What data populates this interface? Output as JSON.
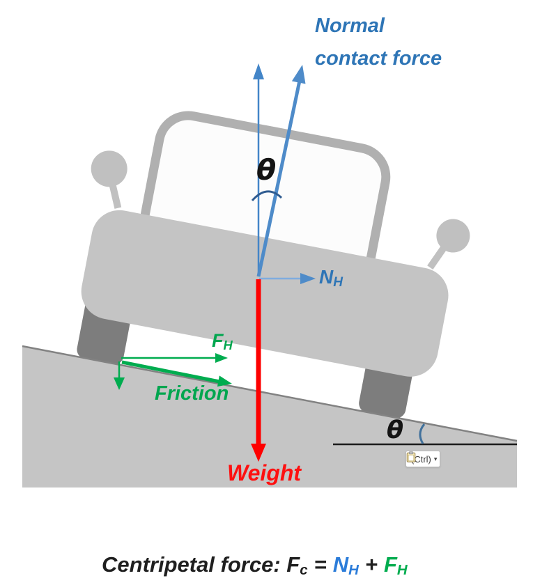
{
  "colors": {
    "label_blue": "#2E75B6",
    "arrow_blue": "#4385C8",
    "arrow_blue_light": "#7FACDF",
    "arrowhead_blue": "#4E8BC9",
    "green": "#00AC4F",
    "red": "#FE0000",
    "arc_navy": "#2F5B90",
    "arc_steel": "#41719C",
    "line_black": "#1C1C1C",
    "car_body": "#C4C4C4",
    "car_window_frame": "#B0B0B0",
    "windshield": "#FCFCFC",
    "wheel": "#7D7D7D",
    "mirror": "#C0C0C0",
    "ramp": "#C5C5C5",
    "ramp_edge": "#828282",
    "equation_blue": "#2B7CD9",
    "text_black": "#1F1F1F"
  },
  "labels": {
    "normal_line1": "Normal",
    "normal_line2": "contact force",
    "theta_top": "θ",
    "theta_bottom": "θ",
    "nh": {
      "base": "N",
      "sub": "H"
    },
    "fh": {
      "base": "F",
      "sub": "H"
    },
    "friction": "Friction",
    "weight": "Weight"
  },
  "paste_button": {
    "label": "(Ctrl)",
    "caret": "▾",
    "icon": "clipboard-icon"
  },
  "equation": {
    "prefix": "Centripetal force: F",
    "prefix_sub": "c",
    "equals": "=",
    "term1": "N",
    "term1_sub": "H",
    "plus": "+",
    "term2": "F",
    "term2_sub": "H"
  }
}
